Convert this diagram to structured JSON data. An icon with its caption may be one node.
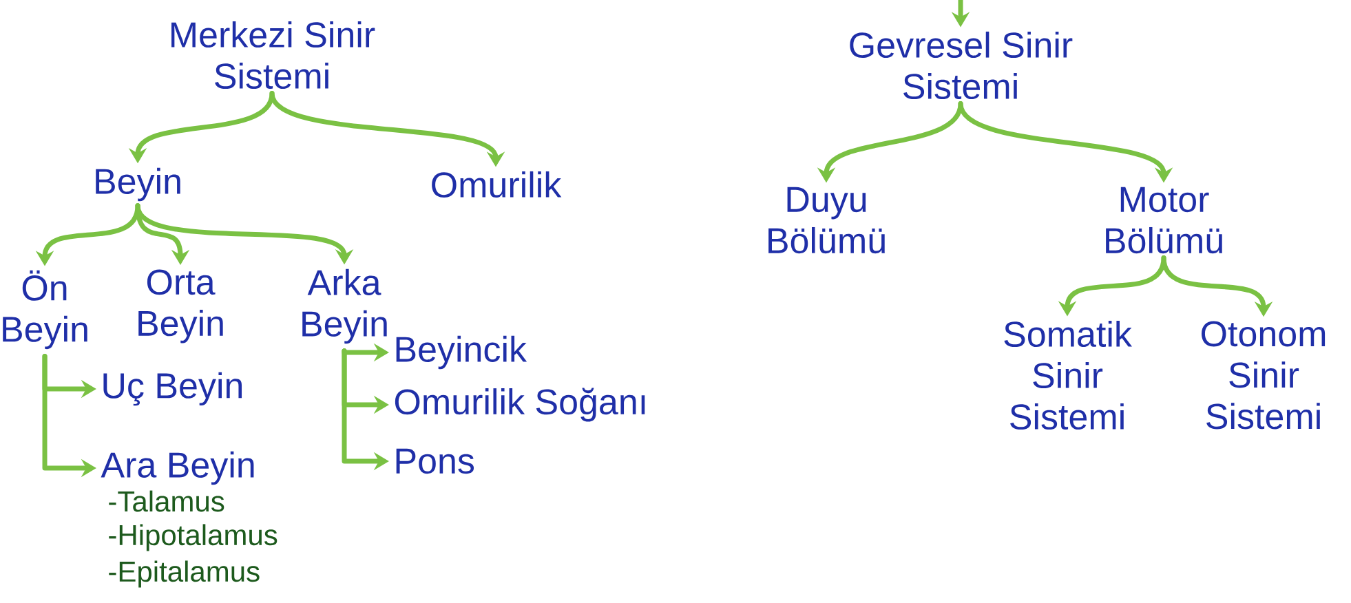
{
  "diagram": {
    "nodes": [
      {
        "text": [
          "Merkezi Sinir Sistemi"
        ]
      },
      {
        "text": [
          "Gevresel Sinir Sistemi"
        ]
      },
      {
        "text": [
          "Beyin"
        ]
      },
      {
        "text": [
          "Omurilik"
        ]
      },
      {
        "text": [
          "Duyu Bölümü"
        ]
      },
      {
        "text": [
          "Motor Bölümü"
        ]
      },
      {
        "text": [
          "Ön Beyin"
        ]
      },
      {
        "text": [
          "Orta Beyin"
        ]
      },
      {
        "text": [
          "Arka Beyin"
        ]
      },
      {
        "text": [
          "Somatik Sinir Sistemi"
        ]
      },
      {
        "text": [
          "Otonom Sinir Sistemi"
        ]
      },
      {
        "text": [
          "Beyincik"
        ]
      },
      {
        "text": [
          "Uç Beyin"
        ]
      },
      {
        "text": [
          "Omurilik Soğanı"
        ]
      },
      {
        "text": [
          "Ara Beyin"
        ],
        "beside": [
          "-Talamus",
          "-Hipotalamus",
          "-Epitalamus"
        ]
      },
      {
        "text": [
          "Pons"
        ]
      }
    ],
    "edges": [
      {
        "from": null,
        "to": 1,
        "arrow": "to"
      },
      {
        "from": 0,
        "to": 2,
        "arrow": "to"
      },
      {
        "from": 0,
        "to": 3,
        "arrow": "to"
      },
      {
        "from": 2,
        "to": 6,
        "arrow": "to"
      },
      {
        "from": 2,
        "to": 7,
        "arrow": "to"
      },
      {
        "from": 2,
        "to": 8,
        "arrow": "to"
      },
      {
        "from": 1,
        "to": 4,
        "arrow": "to"
      },
      {
        "from": 1,
        "to": 5,
        "arrow": "to"
      },
      {
        "from": 5,
        "to": 9,
        "arrow": "to"
      },
      {
        "from": 5,
        "to": 10,
        "arrow": "to"
      },
      {
        "from": 6,
        "to": 12,
        "arrow": "to"
      },
      {
        "from": 6,
        "to": 14,
        "arrow": "to"
      },
      {
        "from": 8,
        "to": 11,
        "arrow": "to"
      },
      {
        "from": 8,
        "to": 13,
        "arrow": "to"
      },
      {
        "from": 8,
        "to": 15,
        "arrow": "to"
      }
    ]
  }
}
